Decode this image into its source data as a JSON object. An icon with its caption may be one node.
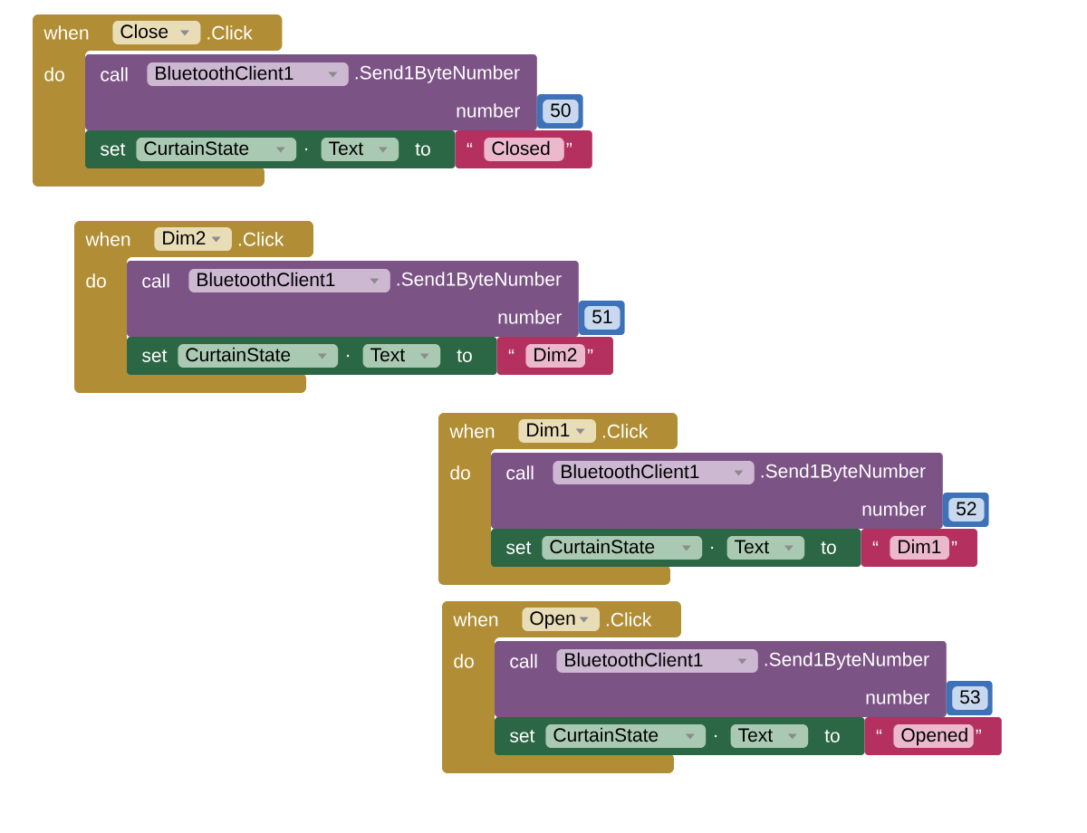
{
  "diagram": {
    "nodes": [
      {
        "text": [
          "when",
          ".Click",
          "do"
        ]
      },
      {
        "text": [
          "Close"
        ],
        "in": 0
      },
      {
        "text": [
          "call",
          ".Send1ByteNumber",
          "number"
        ]
      },
      {
        "text": [
          "BluetoothClient1"
        ],
        "in": 2
      },
      {
        "text": [
          "50"
        ]
      },
      {
        "text": [
          "set",
          ".",
          "to"
        ]
      },
      {
        "text": [
          "CurtainState"
        ],
        "in": 5
      },
      {
        "text": [
          "Text"
        ],
        "in": 5
      },
      {
        "text": [
          "“",
          "”"
        ]
      },
      {
        "text": [
          "Closed"
        ],
        "in": 8
      },
      {
        "text": [
          "when",
          ".Click",
          "do"
        ]
      },
      {
        "text": [
          "Dim2"
        ],
        "in": 10
      },
      {
        "text": [
          "call",
          ".Send1ByteNumber",
          "number"
        ]
      },
      {
        "text": [
          "BluetoothClient1"
        ],
        "in": 12
      },
      {
        "text": [
          "51"
        ]
      },
      {
        "text": [
          "set",
          ".",
          "to"
        ]
      },
      {
        "text": [
          "CurtainState"
        ],
        "in": 15
      },
      {
        "text": [
          "Text"
        ],
        "in": 15
      },
      {
        "text": [
          "“",
          "”"
        ]
      },
      {
        "text": [
          "Dim2"
        ],
        "in": 18
      },
      {
        "text": [
          "when",
          ".Click",
          "do"
        ]
      },
      {
        "text": [
          "Dim1"
        ],
        "in": 20
      },
      {
        "text": [
          "call",
          ".Send1ByteNumber",
          "number"
        ]
      },
      {
        "text": [
          "BluetoothClient1"
        ],
        "in": 22
      },
      {
        "text": [
          "52"
        ]
      },
      {
        "text": [
          "set",
          ".",
          "to"
        ]
      },
      {
        "text": [
          "CurtainState"
        ],
        "in": 25
      },
      {
        "text": [
          "Text"
        ],
        "in": 25
      },
      {
        "text": [
          "“",
          "”"
        ]
      },
      {
        "text": [
          "Dim1"
        ],
        "in": 28
      },
      {
        "text": [
          "when",
          ".Click",
          "do"
        ]
      },
      {
        "text": [
          "Open"
        ],
        "in": 30
      },
      {
        "text": [
          "call",
          ".Send1ByteNumber",
          "number"
        ]
      },
      {
        "text": [
          "BluetoothClient1"
        ],
        "in": 32
      },
      {
        "text": [
          "53"
        ]
      },
      {
        "text": [
          "set",
          ".",
          "to"
        ]
      },
      {
        "text": [
          "CurtainState"
        ],
        "in": 35
      },
      {
        "text": [
          "Text"
        ],
        "in": 35
      },
      {
        "text": [
          "“",
          "”"
        ]
      },
      {
        "text": [
          "Opened"
        ],
        "in": 38
      }
    ]
  }
}
